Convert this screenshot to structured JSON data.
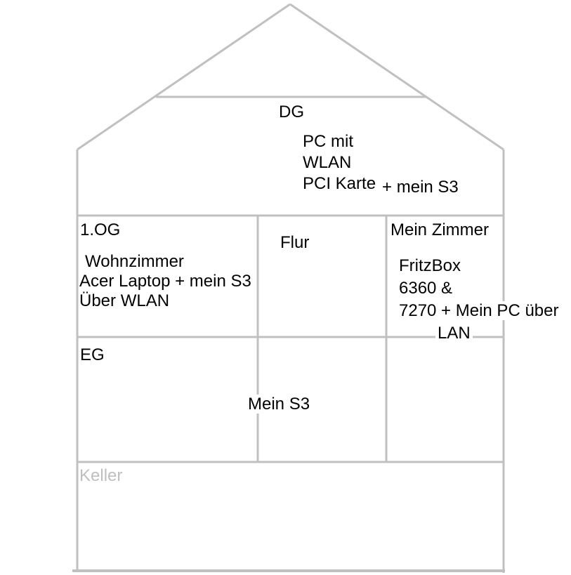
{
  "diagram_title": "House floor network diagram",
  "colors": {
    "outline": "#c0c0c0",
    "text": "#000000",
    "muted_text": "#bfbfbf",
    "background": "#ffffff"
  },
  "floors": {
    "dg": {
      "label": "DG",
      "lines": [
        "PC mit",
        "WLAN"
      ],
      "pci_line": {
        "a": "PCI Karte",
        "b": "+ mein S3"
      }
    },
    "og1": {
      "label": "1.OG",
      "rooms": {
        "wohnzimmer": {
          "lines": [
            "Wohnzimmer",
            "Acer Laptop + mein S3",
            "Über WLAN"
          ]
        },
        "flur": {
          "label": "Flur"
        },
        "mein_zimmer": {
          "label": "Mein Zimmer",
          "lines": [
            "FritzBox",
            "6360 &",
            "7270 + Mein PC über"
          ],
          "lan": "LAN"
        }
      }
    },
    "eg": {
      "label": "EG",
      "device": "Mein S3"
    },
    "keller": {
      "label": "Keller"
    }
  }
}
